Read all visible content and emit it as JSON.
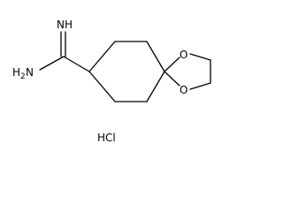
{
  "molecule": {
    "atoms": {
      "imine_nh": "NH",
      "amine_n": "H",
      "amine_sub": "2",
      "amine_n2": "N",
      "ether_o_top": "O",
      "ether_o_bottom": "O"
    },
    "salt": "HCl"
  },
  "colors": {
    "bond": "#000000",
    "text": "#000000",
    "background": "#ffffff"
  }
}
